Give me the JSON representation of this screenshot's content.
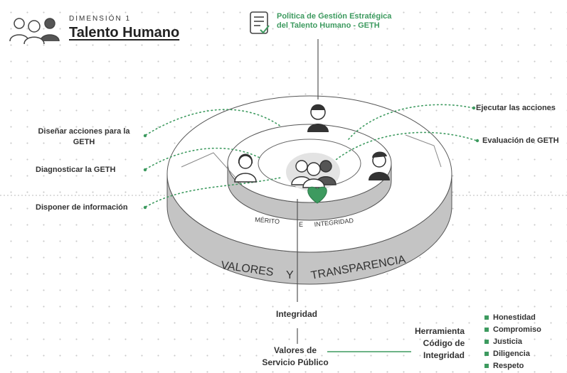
{
  "header": {
    "dimension_label": "DIMENSIÓN 1",
    "dimension_title": "Talento Humano"
  },
  "policy": {
    "line1": "Política de Gestión Estratégica",
    "line2": "del Talento Humano - GETH"
  },
  "actions": {
    "design": [
      "Diseñar acciones para la",
      "GETH"
    ],
    "diagnose": "Diagnosticar la GETH",
    "information": "Disponer de información",
    "execute": "Ejecutar las acciones",
    "evaluate": "Evaluación de GETH"
  },
  "rings": {
    "inner": [
      "MÉRITO",
      "E",
      "INTEGRIDAD"
    ],
    "outer": [
      "VALORES",
      "Y",
      "TRANSPARENCIA"
    ]
  },
  "bottom": {
    "integrity": "Integridad",
    "values": [
      "Valores de",
      "Servicio Público"
    ],
    "tool_label": "Herramienta",
    "tool": [
      "Código de",
      "Integridad"
    ],
    "value_list": [
      "Honestidad",
      "Compromiso",
      "Justicia",
      "Diligencia",
      "Respeto"
    ]
  },
  "colors": {
    "accent_green": "#3d9a5f",
    "ring_gray": "#c4c4c4",
    "text_dark": "#222222"
  },
  "icons": [
    "team-icon",
    "document-check-icon",
    "person-icon",
    "heart-icon"
  ]
}
